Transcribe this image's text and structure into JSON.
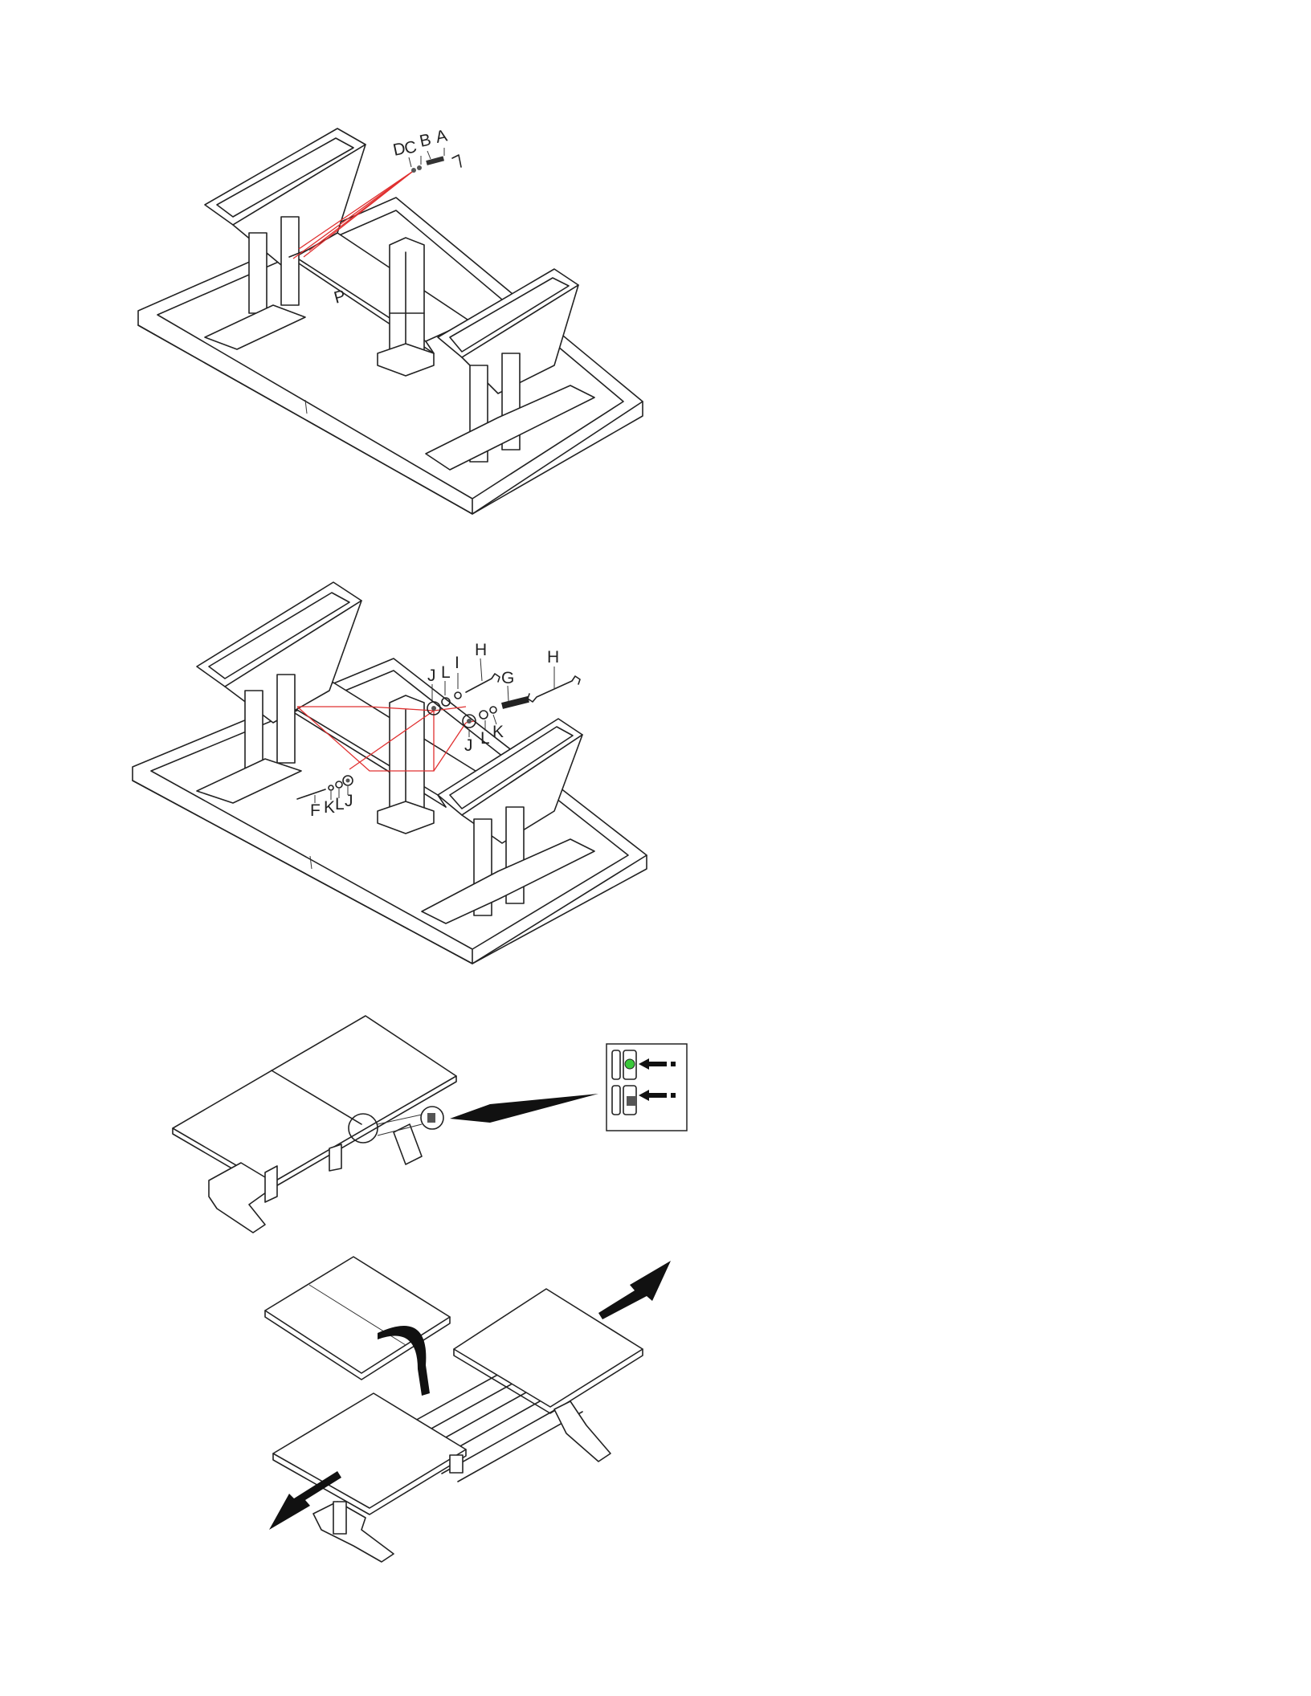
{
  "step1": {
    "labels": {
      "A": "A",
      "B": "B",
      "C": "C",
      "D": "D",
      "P": "P"
    }
  },
  "step2": {
    "labels": {
      "H_left": "H",
      "H_right": "H",
      "I": "I",
      "L_top": "L",
      "J_top": "J",
      "G": "G",
      "J_mid": "J",
      "L_mid": "L",
      "K_mid": "K",
      "F": "F",
      "K_bot": "K",
      "L_bot": "L",
      "J_bot": "J"
    }
  },
  "colors": {
    "line": "#222222",
    "guide": "#e03030",
    "latch": "#39c839"
  },
  "icons": [
    "arrow-icon",
    "latch-icon",
    "magnifier-icon",
    "bolt-icon",
    "wrench-icon"
  ]
}
